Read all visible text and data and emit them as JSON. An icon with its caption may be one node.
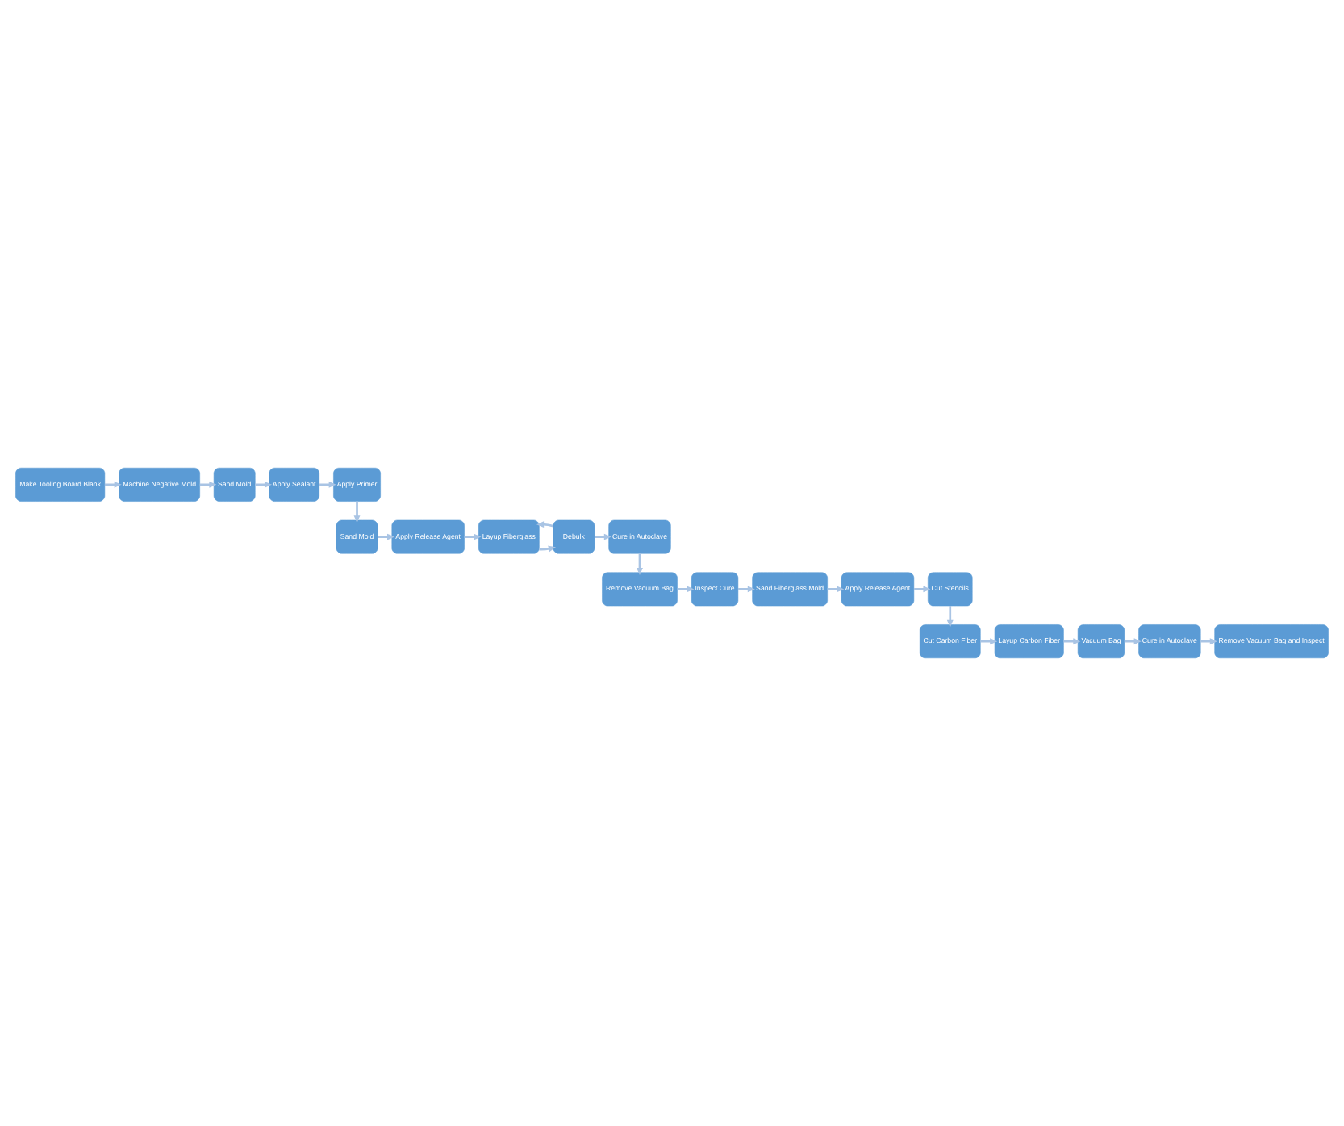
{
  "diagram": {
    "nodes": [
      {
        "text": [
          "Make Tooling Board Blank"
        ]
      },
      {
        "text": [
          "Machine Negative Mold"
        ]
      },
      {
        "text": [
          "Sand Mold"
        ]
      },
      {
        "text": [
          "Apply Sealant"
        ]
      },
      {
        "text": [
          "Apply Primer"
        ]
      },
      {
        "text": [
          "Sand Mold"
        ]
      },
      {
        "text": [
          "Apply Release Agent"
        ]
      },
      {
        "text": [
          "Layup Fiberglass"
        ]
      },
      {
        "text": [
          "Debulk"
        ]
      },
      {
        "text": [
          "Cure in Autoclave"
        ]
      },
      {
        "text": [
          "Remove Vacuum Bag"
        ]
      },
      {
        "text": [
          "Inspect Cure"
        ]
      },
      {
        "text": [
          "Sand Fiberglass Mold"
        ]
      },
      {
        "text": [
          "Apply Release Agent"
        ]
      },
      {
        "text": [
          "Cut Stencils"
        ]
      },
      {
        "text": [
          "Cut Carbon Fiber"
        ]
      },
      {
        "text": [
          "Layup Carbon Fiber"
        ]
      },
      {
        "text": [
          "Vacuum Bag"
        ]
      },
      {
        "text": [
          "Cure in Autoclave"
        ]
      },
      {
        "text": [
          "Remove Vacuum Bag and Inspect"
        ]
      }
    ],
    "edges": [
      {
        "from": 0,
        "to": 1,
        "arrow": "to"
      },
      {
        "from": 1,
        "to": 2,
        "arrow": "to"
      },
      {
        "from": 2,
        "to": 3,
        "arrow": "to"
      },
      {
        "from": 3,
        "to": 4,
        "arrow": "to"
      },
      {
        "from": 4,
        "to": 5,
        "arrow": "to"
      },
      {
        "from": 5,
        "to": 6,
        "arrow": "to"
      },
      {
        "from": 6,
        "to": 7,
        "arrow": "to"
      },
      {
        "from": 7,
        "to": 8,
        "arrow": "to"
      },
      {
        "from": 8,
        "to": 7,
        "arrow": "to"
      },
      {
        "from": 8,
        "to": 9,
        "arrow": "to"
      },
      {
        "from": 9,
        "to": 10,
        "arrow": "to"
      },
      {
        "from": 10,
        "to": 11,
        "arrow": "to"
      },
      {
        "from": 11,
        "to": 12,
        "arrow": "to"
      },
      {
        "from": 12,
        "to": 13,
        "arrow": "to"
      },
      {
        "from": 13,
        "to": 14,
        "arrow": "to"
      },
      {
        "from": 14,
        "to": 15,
        "arrow": "to"
      },
      {
        "from": 15,
        "to": 16,
        "arrow": "to"
      },
      {
        "from": 16,
        "to": 17,
        "arrow": "to"
      },
      {
        "from": 17,
        "to": 18,
        "arrow": "to"
      },
      {
        "from": 18,
        "to": 19,
        "arrow": "to"
      }
    ]
  }
}
